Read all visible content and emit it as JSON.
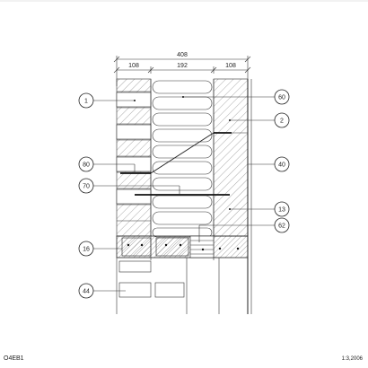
{
  "drawing": {
    "code": "O4EB1",
    "scale": "1:3,2006",
    "dimensions": {
      "total": "408",
      "left": "108",
      "middle": "192",
      "right": "108"
    },
    "callouts": {
      "c1": "1",
      "c60": "60",
      "c2": "2",
      "c80": "80",
      "c40": "40",
      "c70": "70",
      "c13": "13",
      "c62": "62",
      "c16": "16",
      "c44": "44"
    }
  }
}
